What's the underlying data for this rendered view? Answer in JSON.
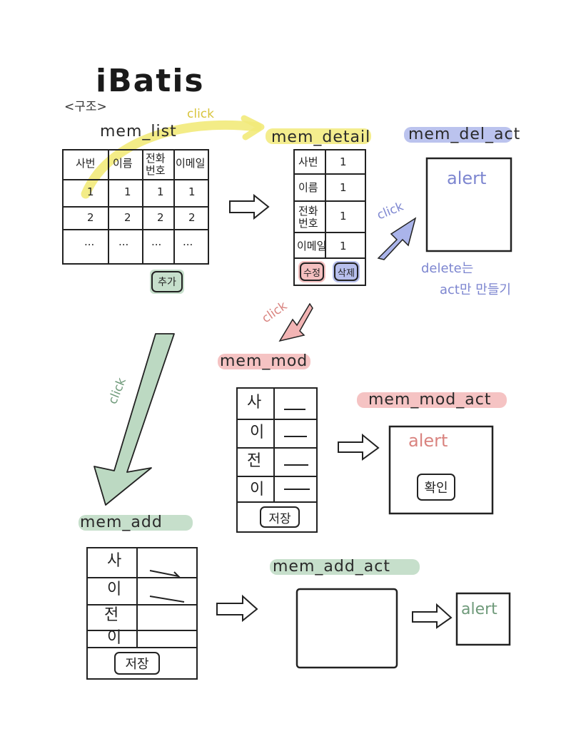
{
  "title": "iBatis",
  "subtitle": "<구조>",
  "colors": {
    "ink": "#222222",
    "yellow": "#f2ea7a",
    "blue": "#aab4ea",
    "red": "#f2b4b4",
    "green": "#bcd9c2",
    "blue_text": "#7d86d0",
    "red_text": "#d9837f",
    "green_text": "#6f9a7a",
    "yellow_text": "#d8c43c"
  },
  "mem_list": {
    "label": "mem_list",
    "headers": [
      "사번",
      "이름",
      "전화\n번호",
      "이메일"
    ],
    "rows": [
      [
        "1",
        "1",
        "1",
        "1"
      ],
      [
        "2",
        "2",
        "2",
        "2"
      ],
      [
        "...",
        "...",
        "...",
        "..."
      ]
    ],
    "add_button": "추가"
  },
  "mem_detail": {
    "label": "mem_detail",
    "fields": [
      {
        "name": "사번",
        "value": "1"
      },
      {
        "name": "이름",
        "value": "1"
      },
      {
        "name": "전화\n번호",
        "value": "1"
      },
      {
        "name": "이메일",
        "value": "1"
      }
    ],
    "edit_button": "수정",
    "delete_button": "삭제"
  },
  "mem_del_act": {
    "label": "mem_del_act",
    "alert": "alert",
    "note_line1": "delete는",
    "note_line2": "act만 만들기"
  },
  "mem_mod": {
    "label": "mem_mod",
    "fields": [
      "사",
      "이",
      "전",
      "이"
    ],
    "save_button": "저장"
  },
  "mem_mod_act": {
    "label": "mem_mod_act",
    "alert": "alert",
    "confirm_button": "확인"
  },
  "mem_add": {
    "label": "mem_add",
    "fields": [
      "사",
      "이",
      "전",
      "이"
    ],
    "save_button": "저장"
  },
  "mem_add_act": {
    "label": "mem_add_act",
    "alert": "alert"
  },
  "click_labels": {
    "list_to_detail": "click",
    "detail_to_del": "click",
    "detail_to_mod": "click",
    "list_to_add": "click"
  }
}
